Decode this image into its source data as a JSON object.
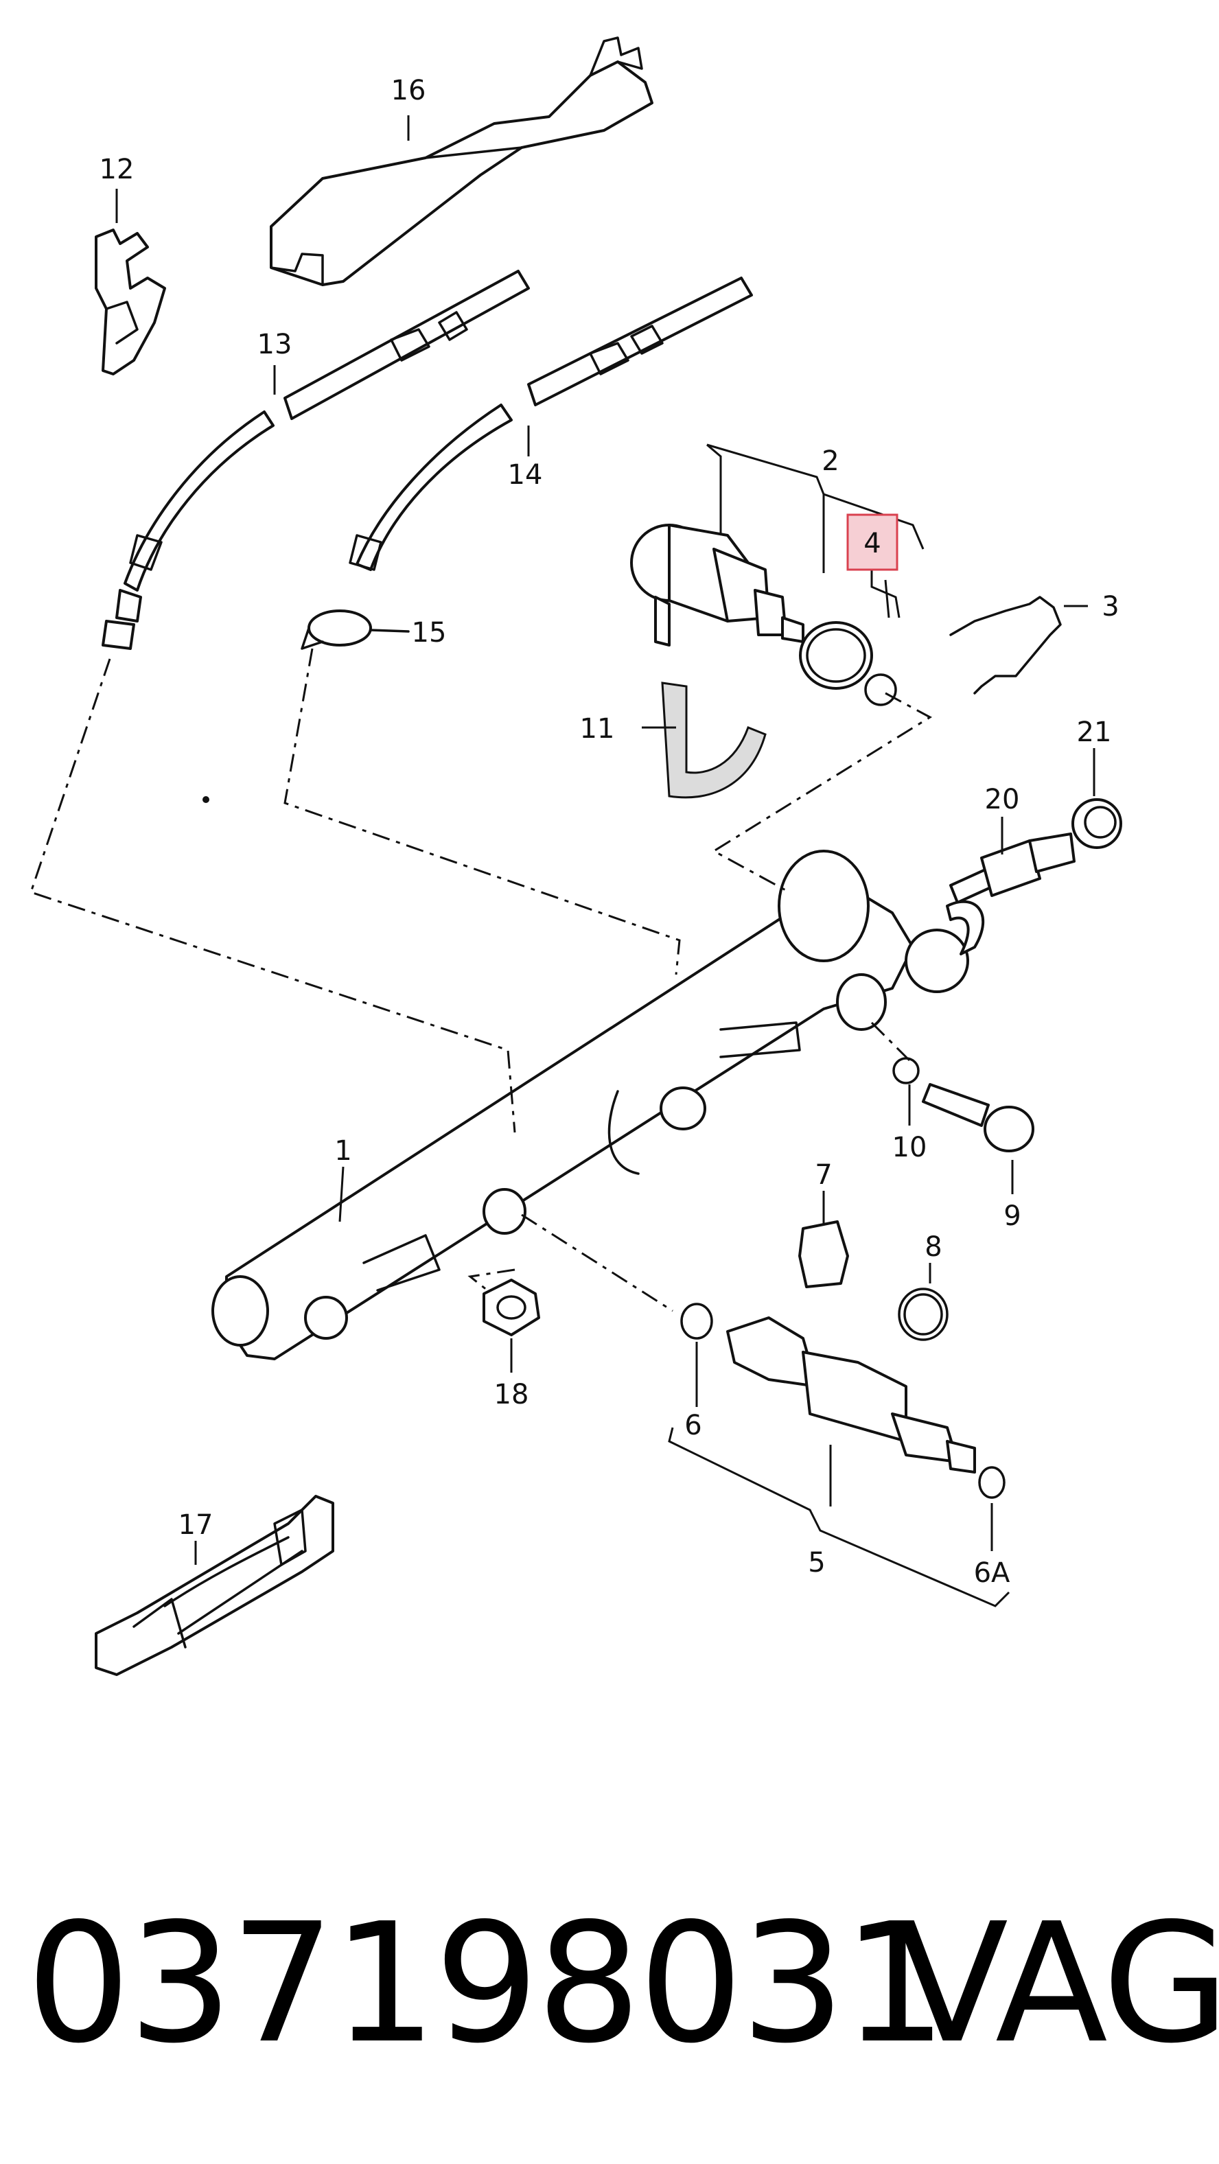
{
  "diagram": {
    "callouts": {
      "c1": "1",
      "c2": "2",
      "c3": "3",
      "c4": "4",
      "c5": "5",
      "c6": "6",
      "c6a": "6A",
      "c7": "7",
      "c8": "8",
      "c9": "9",
      "c10": "10",
      "c11": "11",
      "c12": "12",
      "c13": "13",
      "c14": "14",
      "c15": "15",
      "c16": "16",
      "c17": "17",
      "c18": "18",
      "c20": "20",
      "c21": "21"
    },
    "highlighted_callout": "4",
    "highlight_color": "#d9414f"
  },
  "footer": {
    "part_number": "037198031",
    "brand": "VAG"
  }
}
